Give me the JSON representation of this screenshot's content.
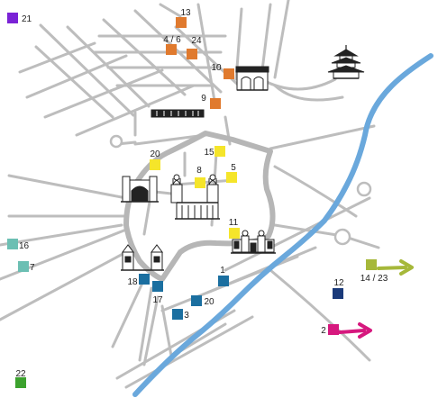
{
  "colors": {
    "purple": "#7a22d6",
    "orange": "#e07a2e",
    "yellow": "#f5e52a",
    "teal": "#6cbfb3",
    "blue": "#1b6fa0",
    "navy": "#1a3a7a",
    "olive": "#a6b83a",
    "magenta": "#d6187e",
    "green": "#3ca22e",
    "river": "#6aa8dc",
    "road": "#bdbdbd",
    "ring": "#b6b6b6"
  },
  "markers": [
    {
      "id": "m21",
      "label": "21",
      "color": "purple"
    },
    {
      "id": "m13",
      "label": "13",
      "color": "orange"
    },
    {
      "id": "m4_6",
      "label": "4 / 6",
      "color": "orange"
    },
    {
      "id": "m24",
      "label": "24",
      "color": "orange"
    },
    {
      "id": "m10",
      "label": "10",
      "color": "orange"
    },
    {
      "id": "m9",
      "label": "9",
      "color": "orange"
    },
    {
      "id": "m20y",
      "label": "20",
      "color": "yellow"
    },
    {
      "id": "m15",
      "label": "15",
      "color": "yellow"
    },
    {
      "id": "m8",
      "label": "8",
      "color": "yellow"
    },
    {
      "id": "m5",
      "label": "5",
      "color": "yellow"
    },
    {
      "id": "m11",
      "label": "11",
      "color": "yellow"
    },
    {
      "id": "m16",
      "label": "16",
      "color": "teal"
    },
    {
      "id": "m7",
      "label": "7",
      "color": "teal"
    },
    {
      "id": "m1",
      "label": "1",
      "color": "blue"
    },
    {
      "id": "m18",
      "label": "18",
      "color": "blue"
    },
    {
      "id": "m17",
      "label": "17",
      "color": "blue"
    },
    {
      "id": "m20b",
      "label": "20",
      "color": "blue"
    },
    {
      "id": "m3",
      "label": "3",
      "color": "blue"
    },
    {
      "id": "m12",
      "label": "12",
      "color": "navy"
    },
    {
      "id": "m14_23",
      "label": "14 / 23",
      "color": "olive"
    },
    {
      "id": "m2",
      "label": "2",
      "color": "magenta"
    },
    {
      "id": "m22",
      "label": "22",
      "color": "green"
    }
  ],
  "landmarks": [
    {
      "id": "chinese-tower",
      "icon": "pagoda-icon"
    },
    {
      "id": "victory-gate",
      "icon": "arch-gate-icon"
    },
    {
      "id": "university-hall",
      "icon": "colonnade-icon"
    },
    {
      "id": "theatine-church",
      "icon": "church-towers-icon"
    },
    {
      "id": "frauenkirche",
      "icon": "cathedral-icon"
    },
    {
      "id": "odeonsplatz-gate",
      "icon": "gate-building-icon"
    },
    {
      "id": "isartor",
      "icon": "isartor-icon"
    },
    {
      "id": "sendlinger-tor",
      "icon": "sendlinger-tor-icon"
    }
  ],
  "arrows": [
    {
      "id": "arrow-olive",
      "color": "olive",
      "icon": "arrow-right-icon"
    },
    {
      "id": "arrow-magenta",
      "color": "magenta",
      "icon": "arrow-right-icon"
    }
  ]
}
